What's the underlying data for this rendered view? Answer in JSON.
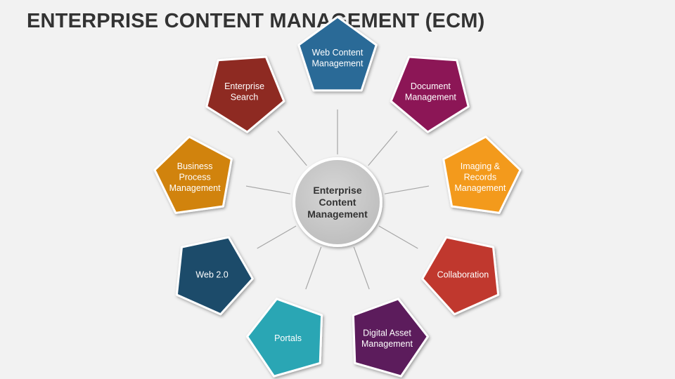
{
  "title": "ENTERPRISE CONTENT MANAGEMENT (ECM)",
  "center": {
    "label": [
      "Enterprise",
      "Content",
      "Management"
    ]
  },
  "nodes": [
    {
      "id": "web-content-management",
      "label": [
        "Web Content",
        "Management"
      ],
      "color": "#2a6a97"
    },
    {
      "id": "document-management",
      "label": [
        "Document",
        "Management"
      ],
      "color": "#8c1556"
    },
    {
      "id": "imaging-records-management",
      "label": [
        "Imaging &",
        "Records",
        "Management"
      ],
      "color": "#f39a1d"
    },
    {
      "id": "collaboration",
      "label": [
        "Collaboration"
      ],
      "color": "#c0382d"
    },
    {
      "id": "digital-asset-management",
      "label": [
        "Digital Asset",
        "Management"
      ],
      "color": "#5b1a5c"
    },
    {
      "id": "portals",
      "label": [
        "Portals"
      ],
      "color": "#2aa6b4"
    },
    {
      "id": "web-2-0",
      "label": [
        "Web 2.0"
      ],
      "color": "#1b4b6b"
    },
    {
      "id": "business-process-management",
      "label": [
        "Business",
        "Process",
        "Management"
      ],
      "color": "#d1830f"
    },
    {
      "id": "enterprise-search",
      "label": [
        "Enterprise",
        "Search"
      ],
      "color": "#8e2a22"
    }
  ]
}
